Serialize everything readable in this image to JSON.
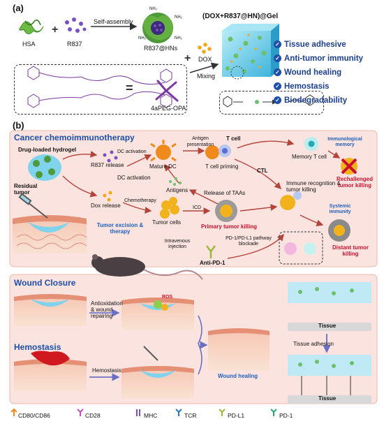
{
  "panel_a": {
    "tag": "(a)",
    "hsa": "HSA",
    "r837": "R837",
    "self_assembly": "Self-assembly",
    "r837_hns": "R837@HNs",
    "nh2": "NH₂",
    "dox": "DOX",
    "mixing": "Mixing",
    "gel_title": "(DOX+R837@HN)@Gel",
    "peg": "4aPEG-OPA",
    "features": [
      "Tissue adhesive",
      "Anti-tumor immunity",
      "Wound healing",
      "Hemostasis",
      "Biodegradability"
    ]
  },
  "panel_b": {
    "tag": "(b)",
    "cancer_title": "Cancer chemoimmunotherapy",
    "drug_hydrogel": "Drug-loaded hydrogel",
    "residual_tumor": "Residual tumor",
    "r837_release": "R837 release",
    "dc_activation": "DC activation",
    "mature_dc": "Mature DC",
    "antigen_presentation": "Antigen presentation",
    "t_cell": "T cell",
    "t_cell_priming": "T cell priming",
    "memory_t_cell": "Memory T cell",
    "immunological_memory": "Immunological memory",
    "rechallenged": "Rechallenged tumor killing",
    "dc_activation2": "DC activation",
    "antigens": "Antigens",
    "ctl": "CTL",
    "dox_release": "Dox release",
    "release_taas": "Release of TAAs",
    "immune_recognition": "Immune recognition & tumor killing",
    "chemotherapy": "Chemotherapy",
    "tumor_cells": "Tumor cells",
    "icd": "ICD",
    "primary_killing": "Primary tumor killing",
    "systemic_immunity": "Systemic immunity",
    "tumor_excision": "Tumor excision & therapy",
    "iv_injection": "Intravenous injection",
    "pd1_blockade": "PD-1/PD-L1 pathway blockade",
    "anti_pd1": "Anti-PD-1",
    "distant_killing": "Distant tumor killing",
    "wound_closure_title": "Wound Closure",
    "antioxidation": "Antioxidation & wound repairing",
    "ros": "ROS",
    "hemostasis_title": "Hemostasis",
    "hemostasis_arrow": "Hemostasis",
    "wound_healing": "Wound healing",
    "tissue1": "Tissue",
    "tissue_adhesion": "Tissue adhesion",
    "tissue2": "Tissue"
  },
  "legend": [
    "CD80/CD86",
    "CD28",
    "MHC",
    "TCR",
    "PD-L1",
    "PD-1"
  ],
  "colors": {
    "cancer_bg": "#fbe3df",
    "wound_bg": "#fbe3df",
    "title_blue": "#1d4fa8",
    "accent_red": "#c8102e",
    "gel_cyan": "#7fd3ec",
    "dc_orange": "#f08a1c",
    "tumor_yellow": "#f2b21b"
  }
}
